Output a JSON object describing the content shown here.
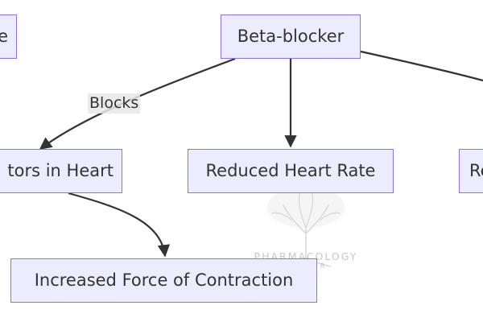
{
  "diagram": {
    "nodes": {
      "beta_blocker": "Beta-blocker",
      "left_top": "e",
      "receptors": "tors in Heart",
      "reduced_hr": "Reduced Heart Rate",
      "right_mid": "Re",
      "increased_force": "Increased Force of Contraction"
    },
    "edge_labels": {
      "blocks": "Blocks"
    }
  },
  "watermark": {
    "title": "PHARMACOLOGY",
    "subtitle": "MENTOR"
  },
  "colors": {
    "node_fill": "#ECECFF",
    "node_border": "#9370DB",
    "edge": "#333333",
    "text": "#333333",
    "label_bg": "#E8E8E8"
  }
}
